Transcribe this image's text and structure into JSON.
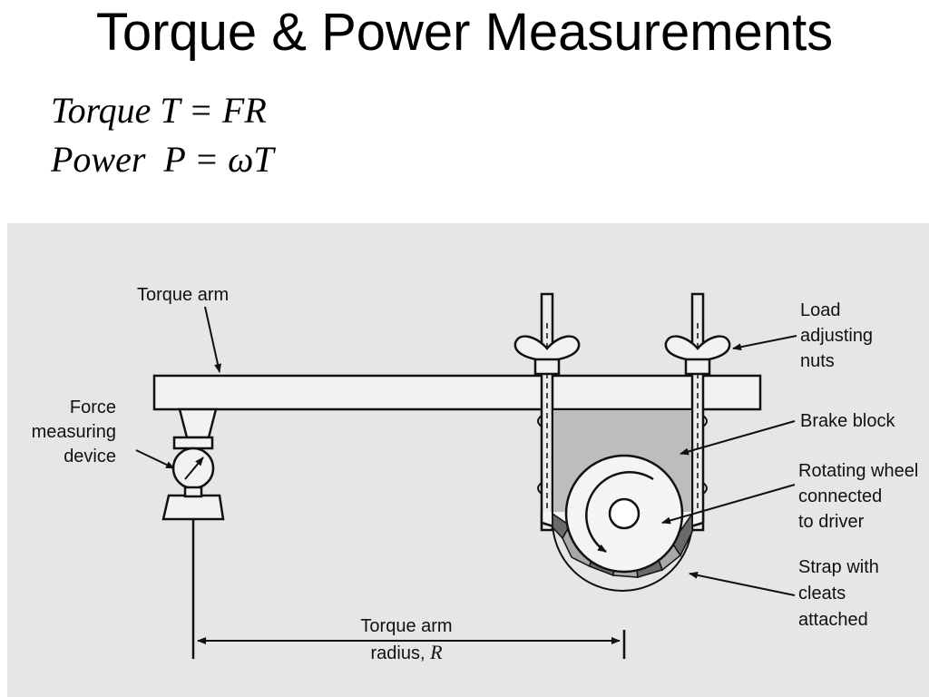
{
  "title": "Torque & Power Measurements",
  "formulas": {
    "torque": "Torque T = FR",
    "power": "Power  P = ωT"
  },
  "diagram": {
    "labels": {
      "torque_arm": "Torque arm",
      "force_device_line1": "Force",
      "force_device_line2": "measuring",
      "force_device_line3": "device",
      "load_nuts_line1": "Load",
      "load_nuts_line2": "adjusting",
      "load_nuts_line3": "nuts",
      "brake_block": "Brake block",
      "wheel_line1": "Rotating wheel",
      "wheel_line2": "connected",
      "wheel_line3": "to driver",
      "strap_line1": "Strap with",
      "strap_line2": "cleats",
      "strap_line3": "attached",
      "radius_line1": "Torque arm",
      "radius_line2_prefix": "radius, ",
      "radius_symbol": "R"
    },
    "icons": {
      "wing_nut": "wing-nut-icon",
      "force_gauge": "dial-gauge-icon",
      "rotation": "rotation-arrow-icon"
    },
    "colors": {
      "background": "#e6e6e6",
      "line": "#111111",
      "brake_block": "#bdbdbd",
      "cleat_dark": "#6a6a6a",
      "cleat_light": "#a8a8a8"
    }
  }
}
